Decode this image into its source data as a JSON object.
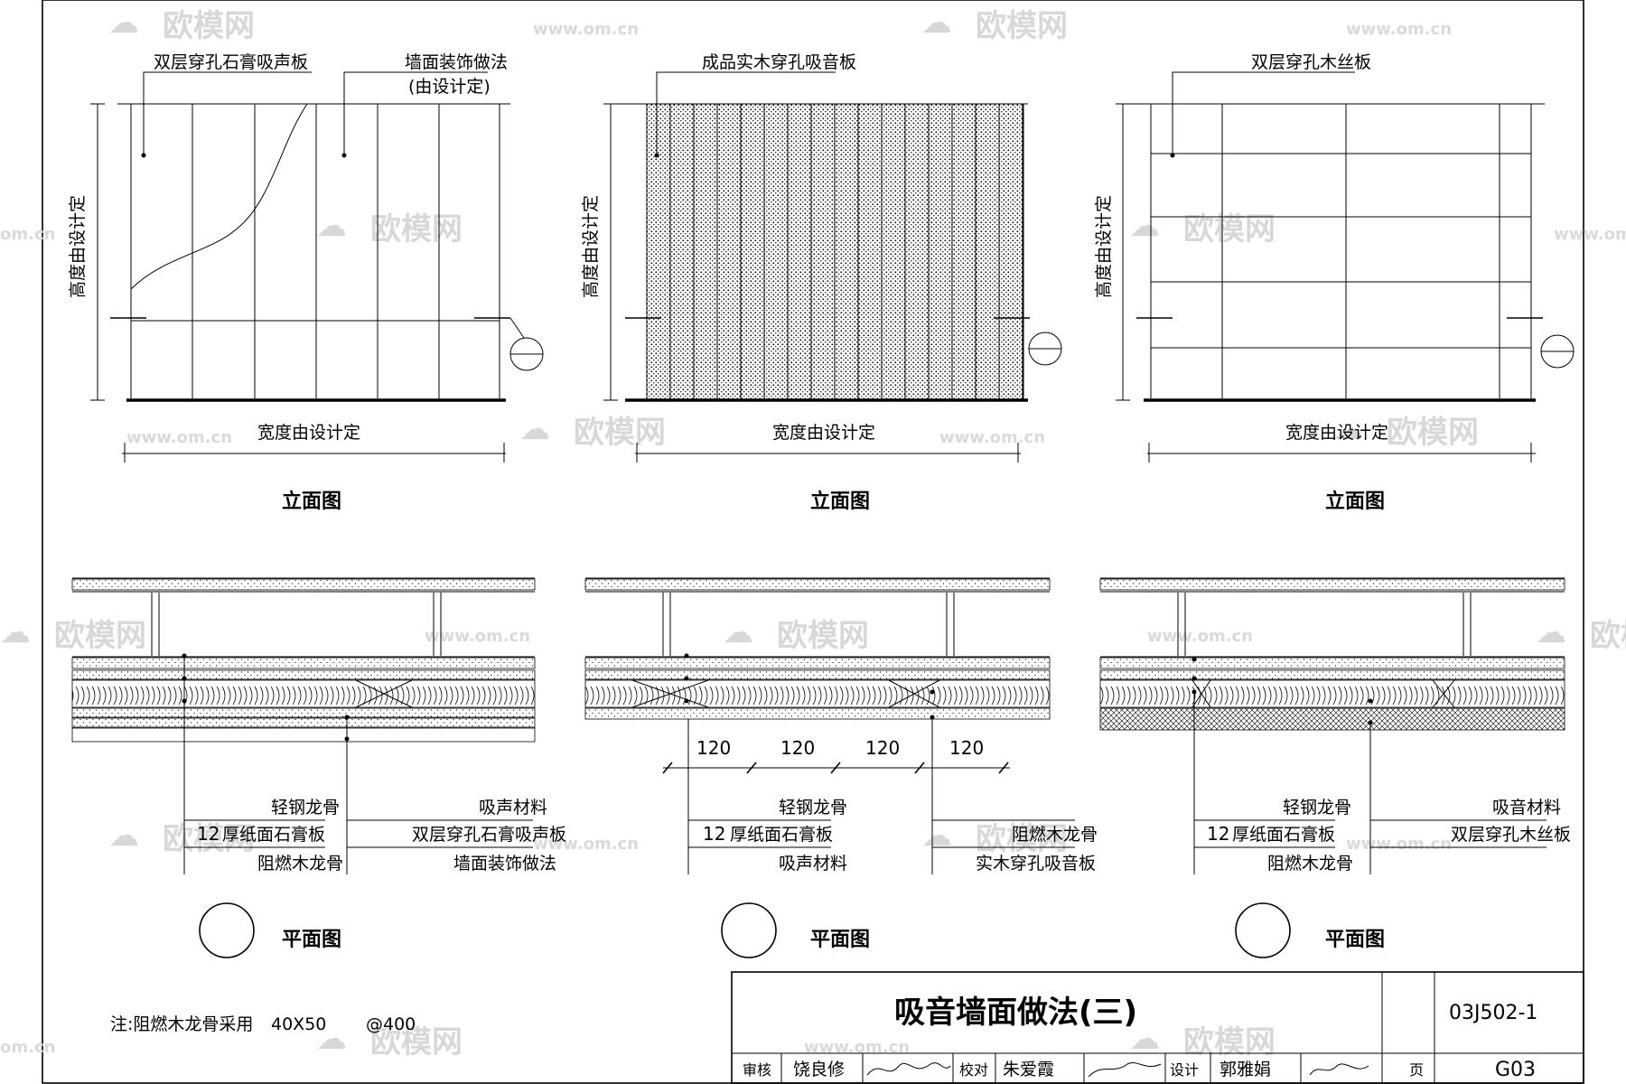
{
  "watermark": {
    "brand": "欧模网",
    "url": "www.om.cn",
    "url_short": "om.cn"
  },
  "elevations": [
    {
      "caption": "立面图",
      "height_label": "高度由设计定",
      "width_label": "宽度由设计定",
      "callouts": [
        "双层穿孔石膏吸声板",
        "墙面装饰做法",
        "(由设计定)"
      ]
    },
    {
      "caption": "立面图",
      "height_label": "高度由设计定",
      "width_label": "宽度由设计定",
      "callouts": [
        "成品实木穿孔吸音板"
      ]
    },
    {
      "caption": "立面图",
      "height_label": "高度由设计定",
      "width_label": "宽度由设计定",
      "callouts": [
        "双层穿孔木丝板"
      ]
    }
  ],
  "plans": [
    {
      "caption": "平面图",
      "thickness": "12",
      "left_labels": [
        "轻钢龙骨",
        "厚纸面石膏板",
        "阻燃木龙骨"
      ],
      "right_labels": [
        "吸声材料",
        "双层穿孔石膏吸声板",
        "墙面装饰做法"
      ]
    },
    {
      "caption": "平面图",
      "thickness": "12",
      "dims": [
        "120",
        "120",
        "120",
        "120"
      ],
      "left_labels": [
        "轻钢龙骨",
        "厚纸面石膏板",
        "吸声材料"
      ],
      "right_labels": [
        "阻燃木龙骨",
        "实木穿孔吸音板"
      ]
    },
    {
      "caption": "平面图",
      "thickness": "12",
      "left_labels": [
        "轻钢龙骨",
        "厚纸面石膏板",
        "阻燃木龙骨"
      ],
      "right_labels": [
        "吸音材料",
        "双层穿孔木丝板"
      ]
    }
  ],
  "note": {
    "prefix": "注:阻燃木龙骨采用",
    "size": "40X50",
    "spacing": "@400"
  },
  "title_block": {
    "title": "吸音墙面做法(三)",
    "atlas_code": "03J502-1",
    "review_label": "审核",
    "reviewer": "饶良修",
    "check_label": "校对",
    "checker": "朱爱霞",
    "design_label": "设计",
    "designer": "郭雅娟",
    "page_label": "页",
    "page": "G03"
  }
}
